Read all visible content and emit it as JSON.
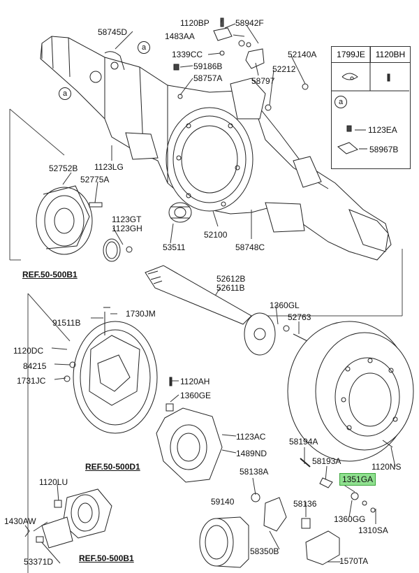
{
  "labels": {
    "p1120BP": "1120BP",
    "p58942F": "58942F",
    "p1483AA": "1483AA",
    "p58745D": "58745D",
    "p1339CC": "1339CC",
    "p52140A": "52140A",
    "p59186B": "59186B",
    "p52212": "52212",
    "p58757A": "58757A",
    "p58797": "58797",
    "p1123LG": "1123LG",
    "p52752B": "52752B",
    "p52775A": "52775A",
    "p1123GT": "1123GT",
    "p1123GH": "1123GH",
    "p52100": "52100",
    "p53511": "53511",
    "p58748C": "58748C",
    "p52612B": "52612B",
    "p52611B": "52611B",
    "p1360GL": "1360GL",
    "p52763": "52763",
    "p1730JM": "1730JM",
    "p91511B": "91511B",
    "p1120DC": "1120DC",
    "p84215": "84215",
    "p1731JC": "1731JC",
    "p1120AH": "1120AH",
    "p1360GE": "1360GE",
    "p1123AC": "1123AC",
    "p1489ND": "1489ND",
    "p58194A": "58194A",
    "p58193A": "58193A",
    "p1120NS": "1120NS",
    "p1351GA": "1351GA",
    "p58138A": "58138A",
    "p59140": "59140",
    "p58136": "58136",
    "p1360GG": "1360GG",
    "p1310SA": "1310SA",
    "p58350B": "58350B",
    "p1570TA": "1570TA",
    "p1120LU": "1120LU",
    "p1430AW": "1430AW",
    "p53371D": "53371D"
  },
  "refs": {
    "ref1": "REF.50-500B1",
    "ref2": "REF.50-500D1",
    "ref3": "REF.50-500B1"
  },
  "markers": {
    "a1": "a",
    "a2": "a",
    "a3": "a"
  },
  "legend": {
    "col1": "1799JE",
    "col2": "1120BH",
    "marker": "a",
    "item1": "1123EA",
    "item2": "58967B"
  },
  "colors": {
    "highlight": "#8fe08f",
    "highlight_border": "#3aa43a",
    "line": "#222222"
  }
}
